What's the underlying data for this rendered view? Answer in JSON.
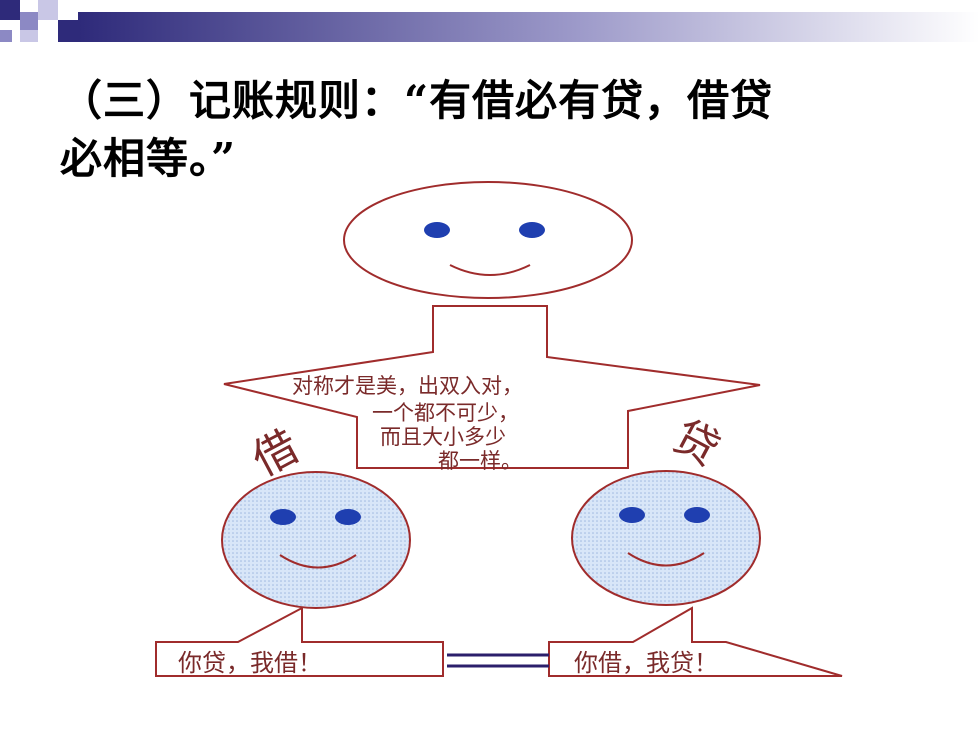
{
  "slide": {
    "title_line1": "（三）记账规则：“有借必有贷，借贷",
    "title_line2": "必相等。”"
  },
  "diagram": {
    "center_text": [
      "对称才是美，出双入对，",
      "一个都不可少，",
      "而且大小多少",
      "都一样。"
    ],
    "left_label": "借",
    "right_label": "贷",
    "left_box_text": "你贷，我借！",
    "right_box_text": "你借，我贷！"
  },
  "colors": {
    "outline": "#a02c2c",
    "face_fill": "#cfe0f7",
    "eye": "#1f3fb0",
    "connector": "#2b1f6b",
    "text": "#7a2a2a"
  }
}
